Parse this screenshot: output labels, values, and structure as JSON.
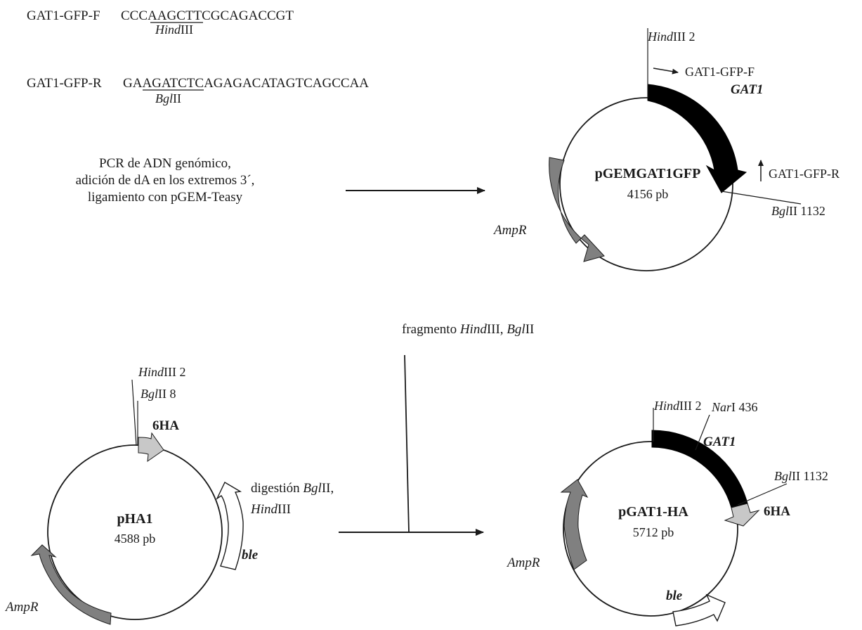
{
  "primers": {
    "forward": {
      "name": "GAT1-GFP-F",
      "seq_prefix": "CCC",
      "seq_site": "AAGCTT",
      "seq_suffix": "CGCAGACCGT",
      "enzyme_italic": "Hind",
      "enzyme_roman": "III"
    },
    "reverse": {
      "name": "GAT1-GFP-R",
      "seq_prefix": "GA",
      "seq_site": "AGATCT",
      "seq_suffix": "CAGAGACATAGTCAGCCAA",
      "enzyme_italic": "Bgl",
      "enzyme_roman": "II"
    }
  },
  "steps": {
    "pcr": [
      "PCR de ADN genómico,",
      "adición de dA en los extremos 3´,",
      "ligamiento con pGEM-Teasy"
    ],
    "fragment_prefix": "fragmento ",
    "fragment_hind_it": "Hind",
    "fragment_hind_rom": "III, ",
    "fragment_bgl_it": "Bgl",
    "fragment_bgl_rom": "II",
    "digestion_line1_prefix": "digestión ",
    "digestion_bgl_it": "Bgl",
    "digestion_bgl_rom": "II,",
    "digestion_hind_it": "Hind",
    "digestion_hind_rom": "III"
  },
  "plasmids": {
    "pGEMGAT1GFP": {
      "name": "pGEMGAT1GFP",
      "size": "4156 pb",
      "hind_it": "Hind",
      "hind_rom": "III 2",
      "bgl_it": "Bgl",
      "bgl_rom": "II 1132",
      "gene": "GAT1",
      "primer_f": "GAT1-GFP-F",
      "primer_r": "GAT1-GFP-R",
      "amp": "AmpR"
    },
    "pHA1": {
      "name": "pHA1",
      "size": "4588 pb",
      "hind_it": "Hind",
      "hind_rom": "III 2",
      "bgl_it": "Bgl",
      "bgl_rom": "II 8",
      "tag": "6HA",
      "ble": "ble",
      "amp": "AmpR"
    },
    "pGAT1HA": {
      "name": "pGAT1-HA",
      "size": "5712 pb",
      "hind_it": "Hind",
      "hind_rom": "III 2",
      "nar_it": "Nar",
      "nar_rom": "I 436",
      "bgl_it": "Bgl",
      "bgl_rom": "II 1132",
      "gene": "GAT1",
      "tag": "6HA",
      "ble": "ble",
      "amp": "AmpR"
    }
  },
  "colors": {
    "gat1": "#000000",
    "ampr": "#808080",
    "ha": "#c8c8c8",
    "ble": "#ffffff",
    "line": "#1a1a1a"
  }
}
